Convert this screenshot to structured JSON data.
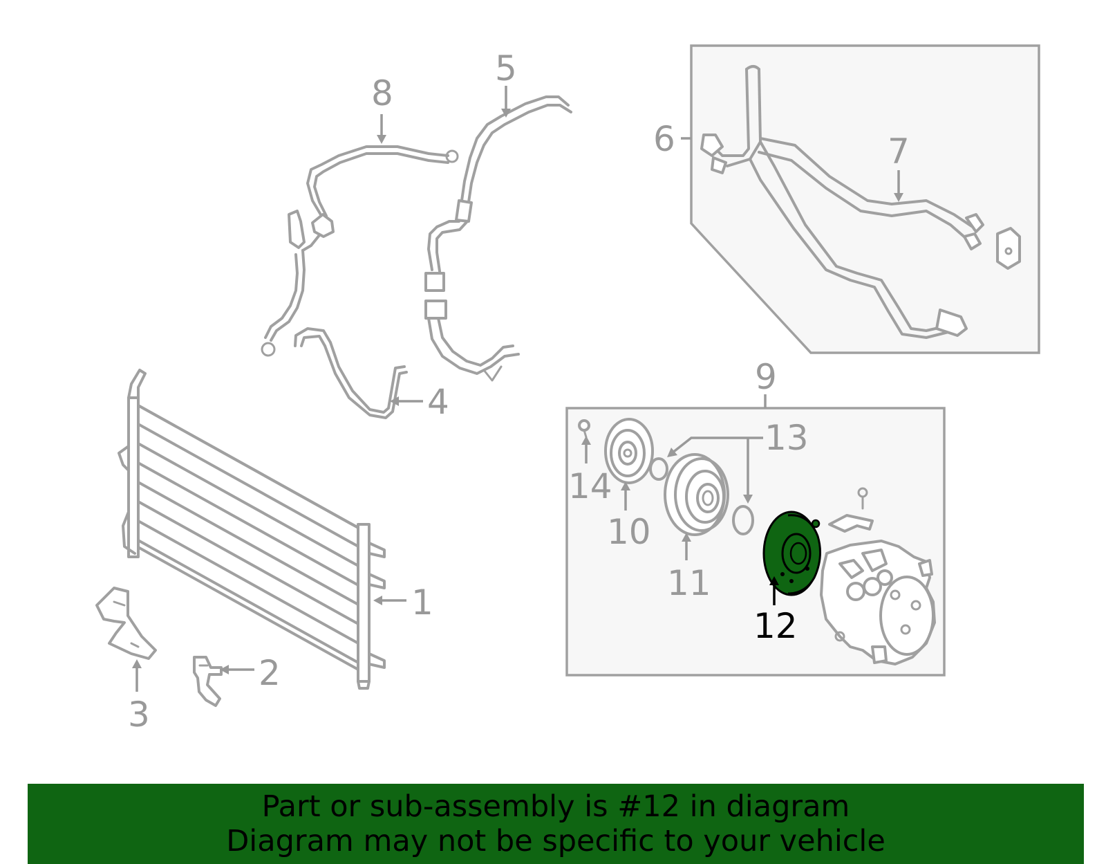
{
  "callouts": {
    "c1": "1",
    "c2": "2",
    "c3": "3",
    "c4": "4",
    "c5": "5",
    "c6": "6",
    "c7": "7",
    "c8": "8",
    "c9": "9",
    "c10": "10",
    "c11": "11",
    "c12": "12",
    "c13": "13",
    "c14": "14"
  },
  "highlight": {
    "part_number": "12",
    "color": "#0f6512",
    "outline_color": "#000000"
  },
  "colors": {
    "line_gray": "#a0a0a0",
    "label_gray": "#999999",
    "box_fill": "#f7f7f7",
    "banner_bg": "#0f6512"
  },
  "banner": {
    "line1": "Part or sub-assembly is #12 in diagram",
    "line2": "Diagram may not be specific to your vehicle"
  }
}
